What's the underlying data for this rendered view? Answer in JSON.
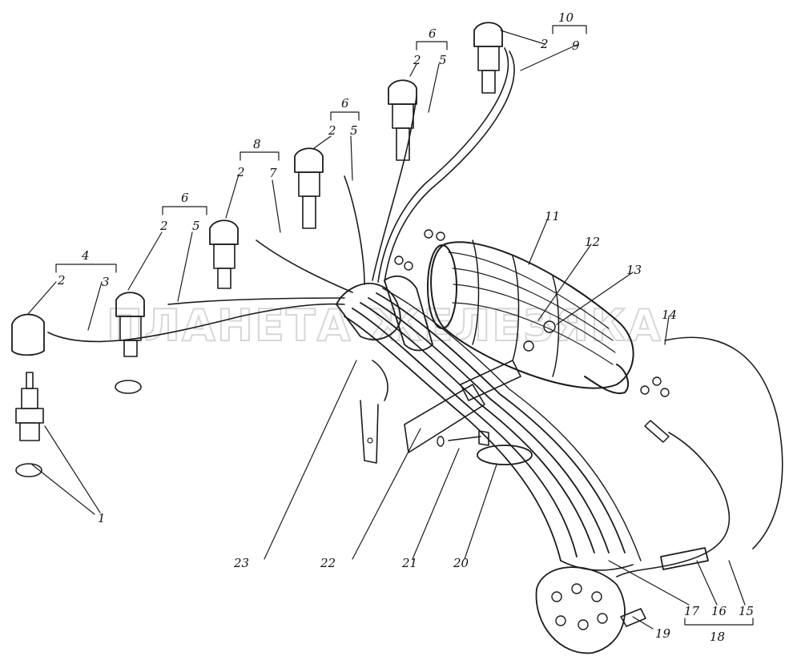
{
  "watermark": "ПЛАНЕТА ЖЕЛЕЗЯКА",
  "labels": [
    {
      "id": "1",
      "text": "1"
    },
    {
      "id": "2a",
      "text": "2"
    },
    {
      "id": "2b",
      "text": "2"
    },
    {
      "id": "2c",
      "text": "2"
    },
    {
      "id": "2d",
      "text": "2"
    },
    {
      "id": "2e",
      "text": "2"
    },
    {
      "id": "2f",
      "text": "2"
    },
    {
      "id": "3",
      "text": "3"
    },
    {
      "id": "4",
      "text": "4"
    },
    {
      "id": "5a",
      "text": "5"
    },
    {
      "id": "5b",
      "text": "5"
    },
    {
      "id": "5c",
      "text": "5"
    },
    {
      "id": "6a",
      "text": "6"
    },
    {
      "id": "6b",
      "text": "6"
    },
    {
      "id": "6c",
      "text": "6"
    },
    {
      "id": "7",
      "text": "7"
    },
    {
      "id": "8",
      "text": "8"
    },
    {
      "id": "9",
      "text": "9"
    },
    {
      "id": "10",
      "text": "10"
    },
    {
      "id": "11",
      "text": "11"
    },
    {
      "id": "12",
      "text": "12"
    },
    {
      "id": "13",
      "text": "13"
    },
    {
      "id": "14",
      "text": "14"
    },
    {
      "id": "15",
      "text": "15"
    },
    {
      "id": "16",
      "text": "16"
    },
    {
      "id": "17",
      "text": "17"
    },
    {
      "id": "18",
      "text": "18"
    },
    {
      "id": "19",
      "text": "19"
    },
    {
      "id": "20",
      "text": "20"
    },
    {
      "id": "21",
      "text": "21"
    },
    {
      "id": "22",
      "text": "22"
    },
    {
      "id": "23",
      "text": "23"
    }
  ]
}
